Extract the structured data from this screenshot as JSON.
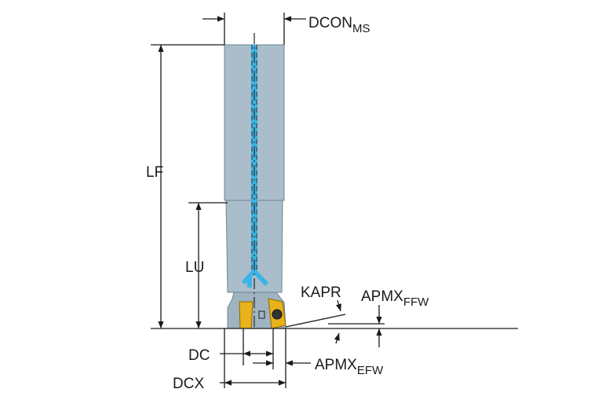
{
  "labels": {
    "dcon": "DCON",
    "dcon_sub": "MS",
    "lf": "LF",
    "lu": "LU",
    "kapr": "KAPR",
    "apmx_ffw": "APMX",
    "apmx_ffw_sub": "FFW",
    "dc": "DC",
    "apmx_efw": "APMX",
    "apmx_efw_sub": "EFW",
    "dcx": "DCX"
  },
  "colors": {
    "body": "#a9bdca",
    "coolant": "#3ab4e6",
    "insert": "#e8b21a",
    "line": "#1a1a1a"
  }
}
